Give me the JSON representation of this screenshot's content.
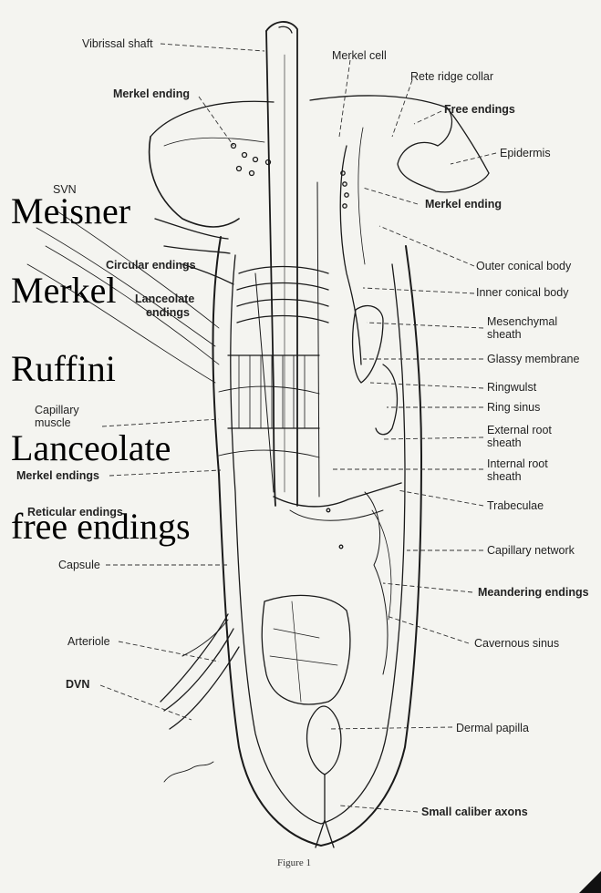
{
  "labels": {
    "vibrissal_shaft": "Vibrissal shaft",
    "merkel_cell": "Merkel cell",
    "rete_ridge_collar": "Rete ridge collar",
    "merkel_ending_top": "Merkel ending",
    "free_endings": "Free endings",
    "epidermis": "Epidermis",
    "svn": "SVN",
    "merkel_ending_right": "Merkel ending",
    "circular_endings": "Circular endings",
    "outer_conical_body": "Outer conical body",
    "lanceolate_endings_1": "Lanceolate",
    "lanceolate_endings_2": "endings",
    "inner_conical_body": "Inner conical body",
    "mesenchymal_sheath_1": "Mesenchymal",
    "mesenchymal_sheath_2": "sheath",
    "glassy_membrane": "Glassy membrane",
    "ringwulst": "Ringwulst",
    "ring_sinus": "Ring sinus",
    "capillary_1": "Capillary",
    "capillary_2": "muscle",
    "external_root_sheath_1": "External root",
    "external_root_sheath_2": "sheath",
    "merkel_endings_left": "Merkel endings",
    "internal_root_sheath_1": "Internal root",
    "internal_root_sheath_2": "sheath",
    "reticular_endings": "Reticular endings",
    "trabeculae": "Trabeculae",
    "capsule": "Capsule",
    "capillary_network": "Capillary network",
    "meandering_endings": "Meandering endings",
    "arteriole": "Arteriole",
    "cavernous_sinus": "Cavernous sinus",
    "dvn": "DVN",
    "dermal_papilla": "Dermal papilla",
    "small_caliber_axons": "Small caliber axons",
    "figure_caption": "Figure 1"
  },
  "overlay": {
    "meisner": "Meisner",
    "merkel": "Merkel",
    "ruffini": "Ruffini",
    "lanceolate": "Lanceolate",
    "free_endings": "free endings"
  },
  "colors": {
    "ink": "#1a1a1a",
    "paper": "#f4f4f0"
  }
}
